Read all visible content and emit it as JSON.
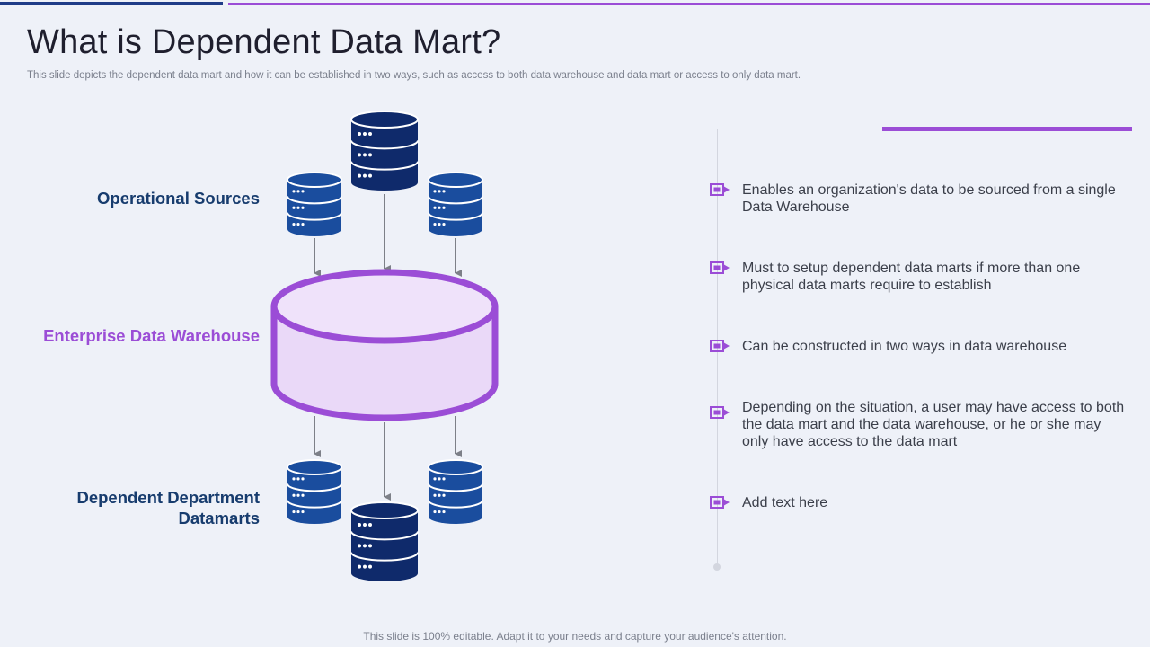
{
  "slide": {
    "title": "What is Dependent Data Mart?",
    "subtitle": "This slide depicts the dependent data mart and how it can be established in two ways, such as access to both data warehouse and data mart or access to only data mart.",
    "footer": "This slide is 100% editable. Adapt it to your needs and capture your audience's attention."
  },
  "diagram": {
    "labels": {
      "operational_sources": "Operational Sources",
      "enterprise_data_warehouse": "Enterprise Data Warehouse",
      "dependent_department_datamarts": "Dependent Department Datamarts"
    },
    "icons": {
      "source_database": "database-icon",
      "warehouse": "cylinder-icon",
      "datamart_database": "database-icon",
      "flow_arrow": "arrow-down-icon"
    }
  },
  "bullets": [
    {
      "icon": "flag-marker-icon",
      "text": "Enables an organization's data to be sourced from a single Data Warehouse"
    },
    {
      "icon": "flag-marker-icon",
      "text": "Must to setup dependent data marts if more than one physical data marts require to establish"
    },
    {
      "icon": "flag-marker-icon",
      "text": "Can be constructed in two ways in data warehouse"
    },
    {
      "icon": "flag-marker-icon",
      "text": "Depending on the situation, a user may have access to both the data mart and the data warehouse, or he or she may only have access to the data mart"
    },
    {
      "icon": "flag-marker-icon",
      "text": "Add text here"
    }
  ],
  "colors": {
    "accent_purple": "#9b4dd6",
    "navy": "#173c6e",
    "database_dark": "#0f2a6b",
    "database_light": "#1a4d9e",
    "warehouse_fill": "#ead9f8",
    "background": "#eef1f8"
  }
}
